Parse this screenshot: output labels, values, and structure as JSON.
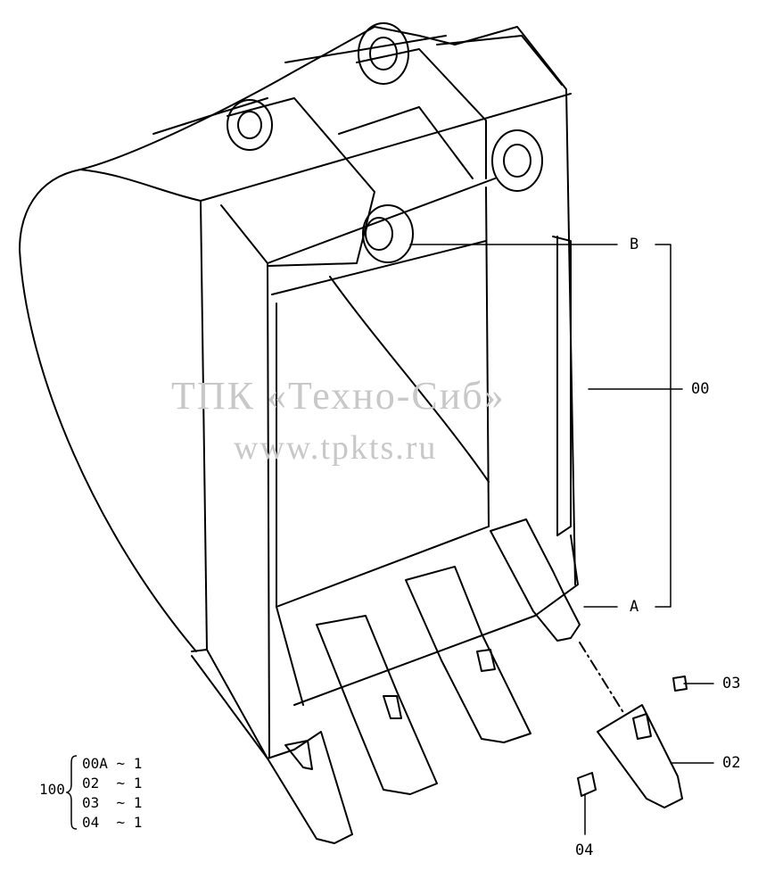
{
  "watermark": {
    "line1": "ТПК «Техно-Сиб»",
    "line2": "www.tpkts.ru"
  },
  "callouts": {
    "b": "B",
    "a": "A",
    "assembly": "00",
    "nut": "03",
    "tooth": "02",
    "pin": "04"
  },
  "kit": {
    "number": "100",
    "rows": [
      "00A ~ 1",
      "02  ~ 1",
      "03  ~ 1",
      "04  ~ 1"
    ]
  }
}
